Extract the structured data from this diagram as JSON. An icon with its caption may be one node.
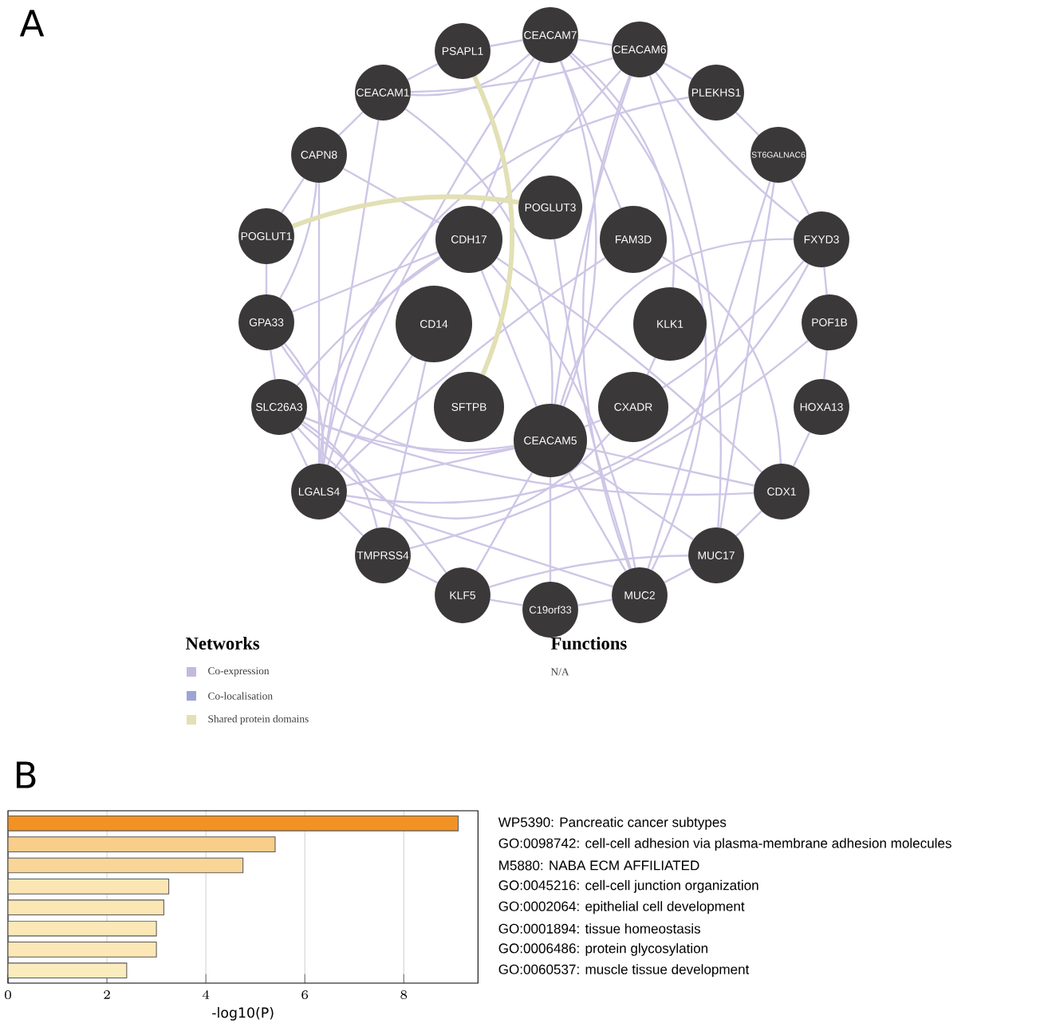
{
  "diagram": {
    "nodes": [
      {
        "text": [
          "CEACAM7"
        ]
      },
      {
        "text": [
          "CEACAM6"
        ]
      },
      {
        "text": [
          "PLEKHS1"
        ]
      },
      {
        "text": [
          "ST6GALNAC6"
        ]
      },
      {
        "text": [
          "FXYD3"
        ]
      },
      {
        "text": [
          "POF1B"
        ]
      },
      {
        "text": [
          "HOXA13"
        ]
      },
      {
        "text": [
          "CDX1"
        ]
      },
      {
        "text": [
          "MUC17"
        ]
      },
      {
        "text": [
          "MUC2"
        ]
      },
      {
        "text": [
          "C19orf33"
        ]
      },
      {
        "text": [
          "KLF5"
        ]
      },
      {
        "text": [
          "TMPRSS4"
        ]
      },
      {
        "text": [
          "LGALS4"
        ]
      },
      {
        "text": [
          "SLC26A3"
        ]
      },
      {
        "text": [
          "GPA33"
        ]
      },
      {
        "text": [
          "POGLUT1"
        ]
      },
      {
        "text": [
          "CAPN8"
        ]
      },
      {
        "text": [
          "CEACAM1"
        ]
      },
      {
        "text": [
          "PSAPL1"
        ]
      },
      {
        "text": [
          "POGLUT3"
        ]
      },
      {
        "text": [
          "CDH17"
        ]
      },
      {
        "text": [
          "FAM3D"
        ]
      },
      {
        "text": [
          "CD14"
        ]
      },
      {
        "text": [
          "KLK1"
        ]
      },
      {
        "text": [
          "SFTPB"
        ]
      },
      {
        "text": [
          "CXADR"
        ]
      },
      {
        "text": [
          "CEACAM5"
        ]
      }
    ],
    "edges": [
      {
        "from": 0,
        "to": 1,
        "arrow": "none"
      },
      {
        "from": 1,
        "to": 2,
        "arrow": "none"
      },
      {
        "from": 2,
        "to": 3,
        "arrow": "none"
      },
      {
        "from": 3,
        "to": 4,
        "arrow": "none"
      },
      {
        "from": 4,
        "to": 5,
        "arrow": "none"
      },
      {
        "from": 5,
        "to": 6,
        "arrow": "none"
      },
      {
        "from": 6,
        "to": 7,
        "arrow": "none"
      },
      {
        "from": 7,
        "to": 8,
        "arrow": "none"
      },
      {
        "from": 8,
        "to": 9,
        "arrow": "none"
      },
      {
        "from": 9,
        "to": 10,
        "arrow": "none"
      },
      {
        "from": 10,
        "to": 11,
        "arrow": "none"
      },
      {
        "from": 11,
        "to": 12,
        "arrow": "none"
      },
      {
        "from": 12,
        "to": 13,
        "arrow": "none"
      },
      {
        "from": 13,
        "to": 14,
        "arrow": "none"
      },
      {
        "from": 14,
        "to": 15,
        "arrow": "none"
      },
      {
        "from": 15,
        "to": 16,
        "arrow": "none"
      },
      {
        "from": 16,
        "to": 17,
        "arrow": "none"
      },
      {
        "from": 17,
        "to": 18,
        "arrow": "none"
      },
      {
        "from": 18,
        "to": 19,
        "arrow": "none"
      },
      {
        "from": 19,
        "to": 0,
        "arrow": "none"
      },
      {
        "from": 27,
        "to": 0,
        "arrow": "none"
      },
      {
        "from": 27,
        "to": 1,
        "arrow": "none"
      },
      {
        "from": 27,
        "to": 18,
        "arrow": "none"
      },
      {
        "from": 27,
        "to": 7,
        "arrow": "none"
      },
      {
        "from": 27,
        "to": 9,
        "arrow": "none"
      },
      {
        "from": 27,
        "to": 11,
        "arrow": "none"
      },
      {
        "from": 27,
        "to": 13,
        "arrow": "none"
      },
      {
        "from": 27,
        "to": 15,
        "arrow": "none"
      },
      {
        "from": 27,
        "to": 21,
        "arrow": "none"
      },
      {
        "from": 27,
        "to": 26,
        "arrow": "none"
      },
      {
        "from": 27,
        "to": 10,
        "arrow": "none"
      },
      {
        "from": 27,
        "to": 4,
        "arrow": "none"
      },
      {
        "from": 27,
        "to": 14,
        "arrow": "none"
      },
      {
        "from": 27,
        "to": 8,
        "arrow": "none"
      },
      {
        "from": 21,
        "to": 15,
        "arrow": "none"
      },
      {
        "from": 21,
        "to": 13,
        "arrow": "none"
      },
      {
        "from": 21,
        "to": 7,
        "arrow": "none"
      },
      {
        "from": 21,
        "to": 14,
        "arrow": "none"
      },
      {
        "from": 21,
        "to": 17,
        "arrow": "none"
      },
      {
        "from": 21,
        "to": 0,
        "arrow": "none"
      },
      {
        "from": 21,
        "to": 1,
        "arrow": "none"
      },
      {
        "from": 21,
        "to": 9,
        "arrow": "none"
      },
      {
        "from": 0,
        "to": 9,
        "arrow": "none"
      },
      {
        "from": 0,
        "to": 13,
        "arrow": "none"
      },
      {
        "from": 0,
        "to": 18,
        "arrow": "none"
      },
      {
        "from": 1,
        "to": 18,
        "arrow": "none"
      },
      {
        "from": 1,
        "to": 4,
        "arrow": "none"
      },
      {
        "from": 1,
        "to": 9,
        "arrow": "none"
      },
      {
        "from": 1,
        "to": 8,
        "arrow": "none"
      },
      {
        "from": 22,
        "to": 0,
        "arrow": "none"
      },
      {
        "from": 22,
        "to": 13,
        "arrow": "none"
      },
      {
        "from": 22,
        "to": 7,
        "arrow": "none"
      },
      {
        "from": 24,
        "to": 26,
        "arrow": "none"
      },
      {
        "from": 24,
        "to": 0,
        "arrow": "none"
      },
      {
        "from": 23,
        "to": 13,
        "arrow": "none"
      },
      {
        "from": 23,
        "to": 12,
        "arrow": "none"
      },
      {
        "from": 26,
        "to": 4,
        "arrow": "none"
      },
      {
        "from": 26,
        "to": 14,
        "arrow": "none"
      },
      {
        "from": 2,
        "to": 13,
        "arrow": "none"
      },
      {
        "from": 3,
        "to": 8,
        "arrow": "none"
      },
      {
        "from": 3,
        "to": 9,
        "arrow": "none"
      },
      {
        "from": 4,
        "to": 13,
        "arrow": "none"
      },
      {
        "from": 5,
        "to": 12,
        "arrow": "none"
      },
      {
        "from": 7,
        "to": 14,
        "arrow": "none"
      },
      {
        "from": 8,
        "to": 11,
        "arrow": "none"
      },
      {
        "from": 9,
        "to": 13,
        "arrow": "none"
      },
      {
        "from": 11,
        "to": 14,
        "arrow": "none"
      },
      {
        "from": 12,
        "to": 14,
        "arrow": "none"
      },
      {
        "from": 13,
        "to": 15,
        "arrow": "none"
      },
      {
        "from": 13,
        "to": 17,
        "arrow": "none"
      },
      {
        "from": 15,
        "to": 17,
        "arrow": "none"
      },
      {
        "from": 18,
        "to": 13,
        "arrow": "none"
      },
      {
        "from": 20,
        "to": 9,
        "arrow": "none"
      },
      {
        "from": 16,
        "to": 20,
        "arrow": "none",
        "style": "thick",
        "color": "#e2e0b4"
      },
      {
        "from": 19,
        "to": 25,
        "arrow": "none",
        "style": "thick",
        "color": "#e2e0b4"
      }
    ],
    "labels": [
      "A",
      "Networks",
      "Functions",
      "N/A",
      "B"
    ],
    "legend": [
      {
        "text": "Co-expression",
        "color": "#c5b8dd"
      },
      {
        "text": "Co-localisation",
        "color": "#9ea5d3"
      },
      {
        "text": "Shared protein domains",
        "color": "#e2e0b4"
      }
    ],
    "chart_data": {
      "type": "bar",
      "orientation": "horizontal",
      "xlabel": "-log10(P)",
      "categories": [
        "WP5390: Pancreatic cancer subtypes",
        "GO:0098742: cell-cell adhesion via plasma-membrane adhesion molecules",
        "M5880: NABA ECM AFFILIATED",
        "GO:0045216: cell-cell junction organization",
        "GO:0002064: epithelial cell development",
        "GO:0001894: tissue homeostasis",
        "GO:0006486: protein glycosylation",
        "GO:0060537: muscle tissue development"
      ],
      "values": [
        9.1,
        5.4,
        4.75,
        3.25,
        3.15,
        3.0,
        3.0,
        2.4
      ],
      "xlim": [
        0,
        9.5
      ],
      "xticks": [
        0,
        2,
        4,
        6,
        8
      ],
      "grid": true
    }
  }
}
